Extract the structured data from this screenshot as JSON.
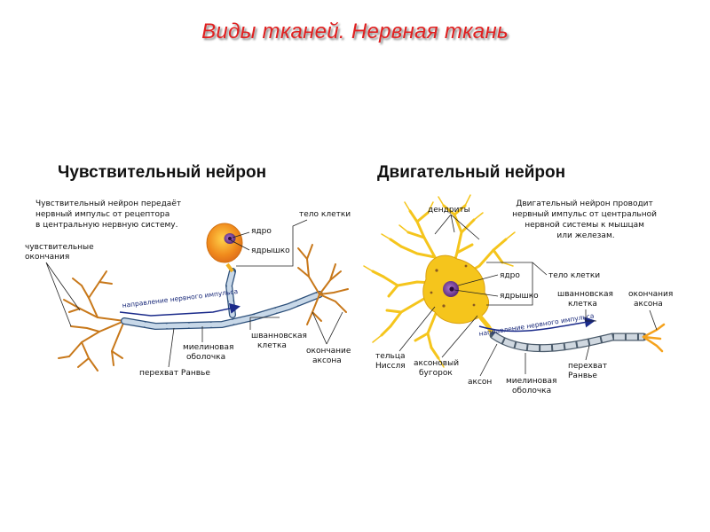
{
  "title": "Виды тканей. Нервная ткань",
  "sensory": {
    "heading": "Чувствительный нейрон",
    "description": [
      "Чувствительный нейрон передаёт",
      "нервный импульс от рецептора",
      "в центральную нервную систему."
    ],
    "labels": {
      "sensory_endings": [
        "чувствительные",
        "окончания"
      ],
      "nucleus": "ядро",
      "nucleolus": "ядрышко",
      "cell_body": "тело клетки",
      "direction": "направление нервного импульса",
      "myelin": [
        "миелиновая",
        "оболочка"
      ],
      "schwann": [
        "шванновская",
        "клетка"
      ],
      "axon_ending": [
        "окончание",
        "аксона"
      ],
      "ranvier": "перехват Ранвье"
    }
  },
  "motor": {
    "heading": "Двигательный нейрон",
    "description": [
      "Двигательный нейрон проводит",
      "нервный импульс от центральной",
      "нервной системы к мышцам",
      "или железам."
    ],
    "labels": {
      "dendrites": "дендриты",
      "nucleus": "ядро",
      "nucleolus": "ядрышко",
      "cell_body": "тело клетки",
      "schwann": [
        "шванновская",
        "клетка"
      ],
      "axon_endings": [
        "окончания",
        "аксона"
      ],
      "direction": "направление нервного импульса",
      "nissl": [
        "тельца",
        "Ниссля"
      ],
      "axon_hillock": [
        "аксоновый",
        "бугорок"
      ],
      "axon": "аксон",
      "myelin": [
        "миелиновая",
        "оболочка"
      ],
      "ranvier": [
        "перехват",
        "Ранвье"
      ]
    }
  },
  "colors": {
    "title": "#e02020",
    "axon_fill": "#c8d8e8",
    "axon_edge": "#2c4f7a",
    "cell_yellow": "#f5c51c",
    "cell_orange": "#f08a1c",
    "nucleus": "#7a3a9a",
    "arrow": "#1a2a8a",
    "dendrite_sensory": "#c8781a"
  }
}
